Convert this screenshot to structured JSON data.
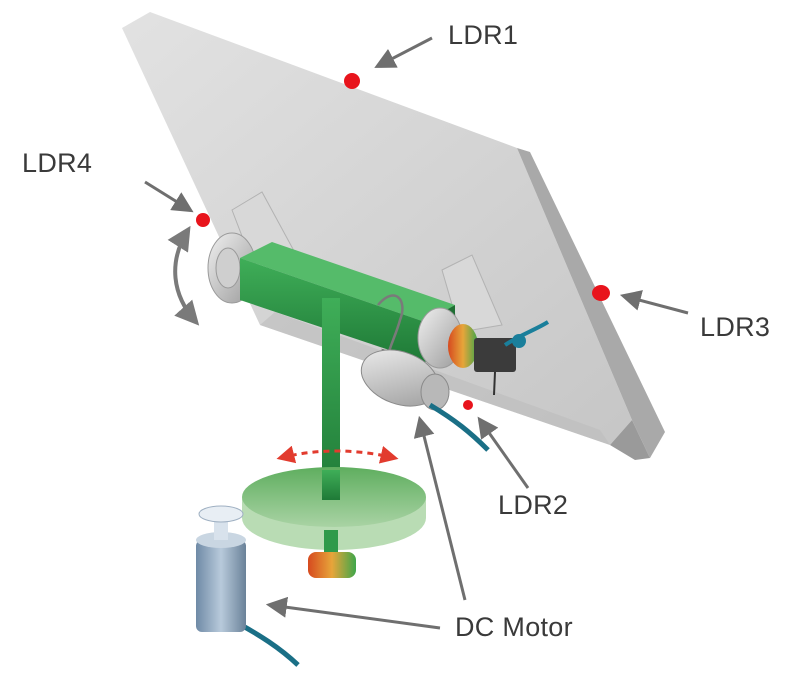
{
  "labels": {
    "ldr1": "LDR1",
    "ldr2": "LDR2",
    "ldr3": "LDR3",
    "ldr4": "LDR4",
    "dc_motor": "DC Motor"
  },
  "colors": {
    "panel_face": "#d4d4d4",
    "panel_edge": "#a9a9a9",
    "arm_green": "#2f9a4a",
    "base_green": "#7cc07c",
    "sensor_red": "#e8141c",
    "arrow_gray": "#6f6f6f",
    "motor_blue": "#8fa6bd"
  },
  "icons": [
    "ldr-sensor-dot",
    "rotation-arrow",
    "pointer-arrow"
  ]
}
